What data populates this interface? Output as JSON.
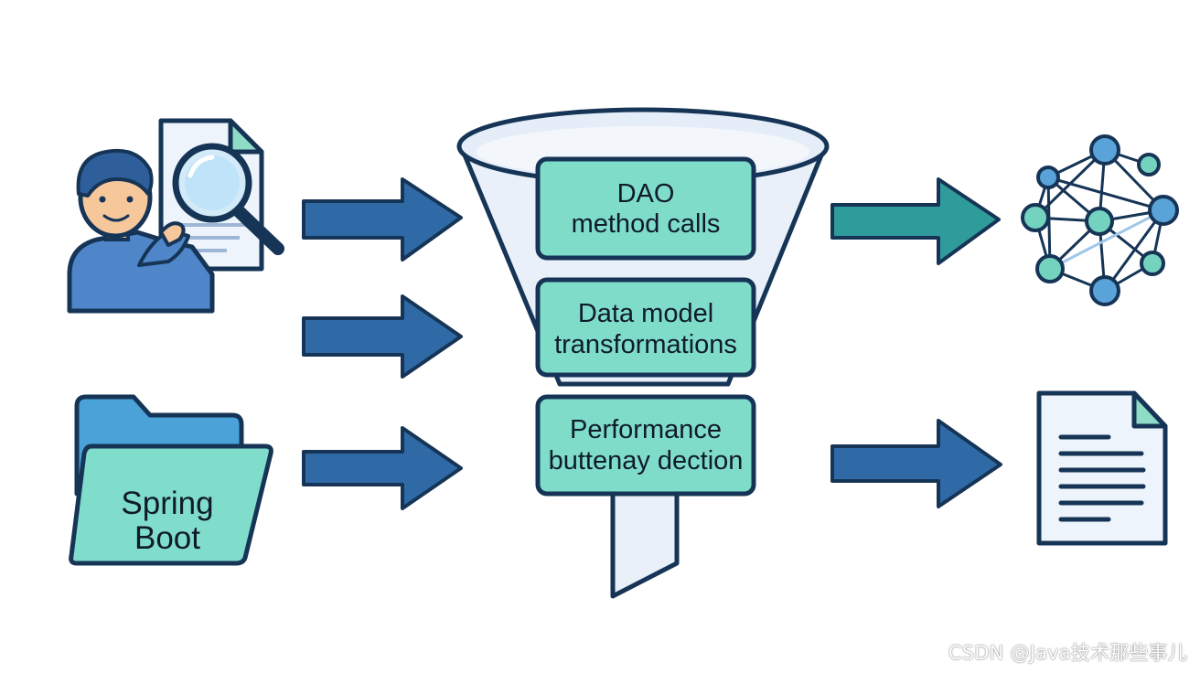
{
  "funnel": {
    "stages": [
      {
        "lines": [
          "DAO",
          "method calls"
        ]
      },
      {
        "lines": [
          "Data model",
          "transformations"
        ]
      },
      {
        "lines": [
          "Performance",
          "buttenay dection"
        ]
      }
    ]
  },
  "folder": {
    "lines": [
      "Spring",
      "Boot"
    ]
  },
  "watermark": "CSDN @Java技术那些事儿",
  "colors": {
    "outline": "#163556",
    "arrow_blue": "#2f6aa6",
    "arrow_teal": "#2f9b9a",
    "box_fill": "#7fdcc9",
    "funnel_fill": "#e9f0fa",
    "node_blue": "#5aa3d8",
    "node_teal": "#74d3bf",
    "person_blue": "#4f86c9",
    "skin": "#f7c79c",
    "hair": "#2f5f9b"
  },
  "icons": [
    "user-inspecting-document-icon",
    "magnifier-icon",
    "folder-icon",
    "network-graph-icon",
    "document-icon",
    "funnel-icon",
    "arrow-icon"
  ]
}
